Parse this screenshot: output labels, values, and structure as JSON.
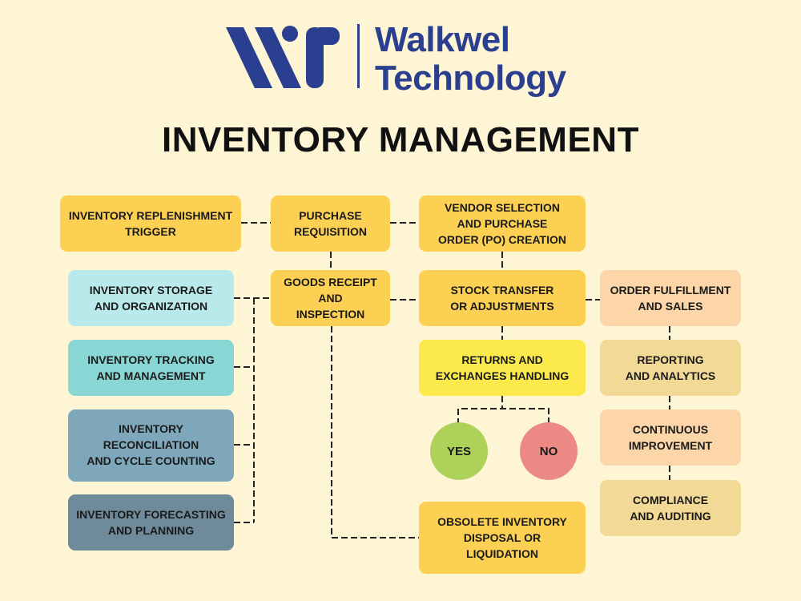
{
  "brand": {
    "line1": "Walkwel",
    "line2": "Technology",
    "color": "#2b3f91"
  },
  "title": "INVENTORY MANAGEMENT",
  "colors": {
    "background": "#fef5d4",
    "orange": "#fcd053",
    "yellow": "#fce94b",
    "peach": "#fcd6a8",
    "tan": "#f3d996",
    "light_cyan": "#b9e9ea",
    "teal": "#88d7d5",
    "steel_blue": "#7fa7bb",
    "slate": "#6f8a9a",
    "yes_green": "#aed15a",
    "no_red": "#ec8984"
  },
  "nodes": {
    "replenishment": "INVENTORY REPLENISHMENT\nTRIGGER",
    "requisition": "PURCHASE\nREQUISITION",
    "vendor": "VENDOR SELECTION\nAND PURCHASE\nORDER (PO) CREATION",
    "storage": "INVENTORY STORAGE\nAND ORGANIZATION",
    "receipt": "GOODS RECEIPT AND\nINSPECTION",
    "transfer": "STOCK TRANSFER\nOR ADJUSTMENTS",
    "fulfillment": "ORDER FULFILLMENT\nAND SALES",
    "tracking": "INVENTORY TRACKING\nAND MANAGEMENT",
    "returns": "RETURNS AND\nEXCHANGES HANDLING",
    "reporting": "REPORTING\nAND ANALYTICS",
    "reconciliation": "INVENTORY RECONCILIATION\nAND CYCLE COUNTING",
    "yes": "YES",
    "no": "NO",
    "improvement": "CONTINUOUS\nIMPROVEMENT",
    "forecasting": "INVENTORY FORECASTING\nAND PLANNING",
    "compliance": "COMPLIANCE\nAND AUDITING",
    "obsolete": "OBSOLETE INVENTORY\nDISPOSAL OR\nLIQUIDATION"
  }
}
